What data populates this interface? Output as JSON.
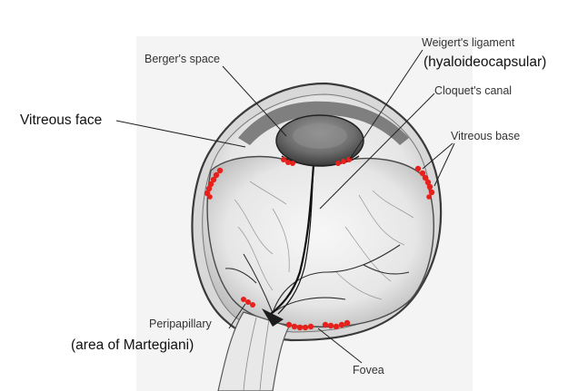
{
  "labels": {
    "bergers_space": "Berger's space",
    "weigerts_ligament": "Weigert's ligament",
    "hyaloideocapsular": "(hyaloideocapsular)",
    "cloquets_canal": "Cloquet's canal",
    "vitreous_face": "Vitreous face",
    "vitreous_base": "Vitreous base",
    "peripapillary": "Peripapillary",
    "area_of_martegiani": "(area of Martegiani)",
    "fovea": "Fovea"
  },
  "colors": {
    "adhesion_marks": "#e8201c",
    "leader_lines": "#222222",
    "globe_outline": "#333333",
    "vitreous_fill": "#ededed"
  }
}
